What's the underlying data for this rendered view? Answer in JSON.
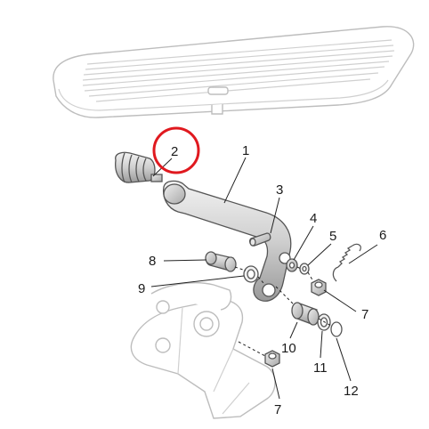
{
  "labels": {
    "l1": "1",
    "l2": "2",
    "l3": "3",
    "l4": "4",
    "l5": "5",
    "l6": "6",
    "l7a": "7",
    "l7b": "7",
    "l8": "8",
    "l9": "9",
    "l10": "10",
    "l11": "11",
    "l12": "12"
  },
  "colors": {
    "highlight_circle": "#e0191f",
    "part_fill": "#d9d9d9",
    "ghost_outline": "#bdbdbd",
    "text": "#1a1a1a"
  }
}
